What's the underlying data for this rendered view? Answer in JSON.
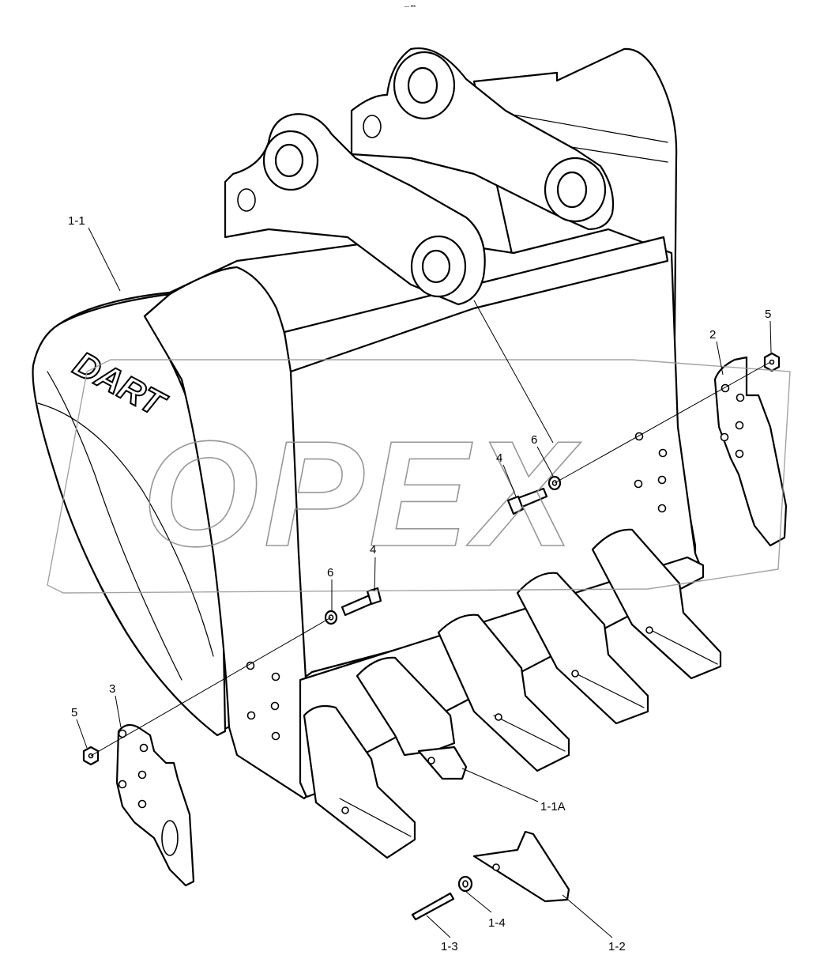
{
  "diagram": {
    "top_mark": "— •••",
    "brand_mark": "DART",
    "watermark": "OPEX",
    "callouts": [
      {
        "id": "1-1",
        "label": "1-1"
      },
      {
        "id": "1-1A",
        "label": "1-1A"
      },
      {
        "id": "1-2",
        "label": "1-2"
      },
      {
        "id": "1-3",
        "label": "1-3"
      },
      {
        "id": "1-4",
        "label": "1-4"
      },
      {
        "id": "2",
        "label": "2"
      },
      {
        "id": "3",
        "label": "3"
      },
      {
        "id": "4-upper",
        "label": "4"
      },
      {
        "id": "4-lower",
        "label": "4"
      },
      {
        "id": "5-right",
        "label": "5"
      },
      {
        "id": "5-left",
        "label": "5"
      },
      {
        "id": "6-upper",
        "label": "6"
      },
      {
        "id": "6-lower",
        "label": "6"
      }
    ]
  }
}
